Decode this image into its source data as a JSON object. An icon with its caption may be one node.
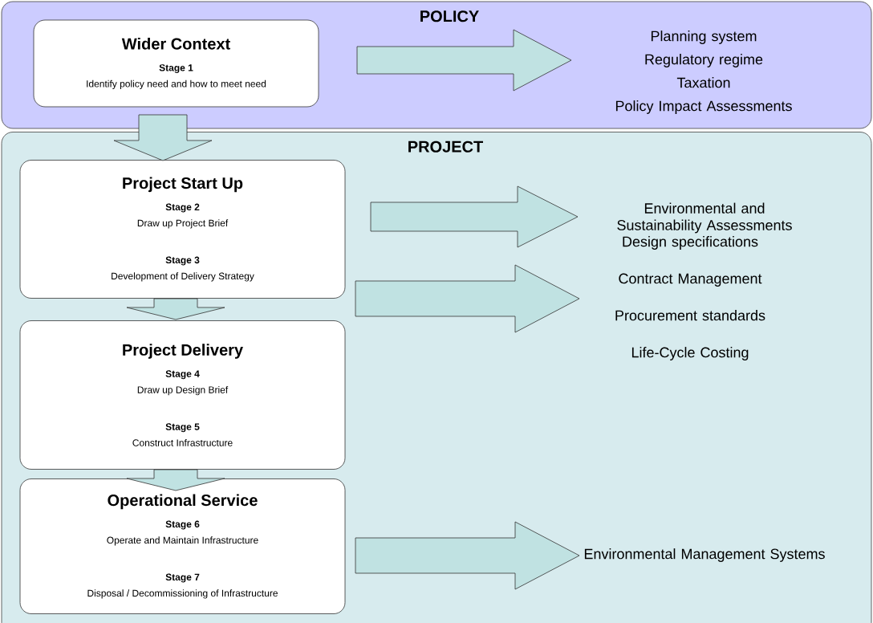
{
  "diagram": {
    "nodes": [
      {
        "text": [
          "POLICY"
        ]
      },
      {
        "text": [
          "Wider Context",
          "Stage 1",
          "Identify policy need and how to meet need"
        ],
        "in": 0
      },
      {
        "text": [
          "Planning system",
          "Regulatory regime",
          "Taxation",
          "Policy Impact Assessments"
        ],
        "in": 0
      },
      {
        "text": [
          "PROJECT"
        ]
      },
      {
        "text": [
          "Project Start Up",
          "Stage 2",
          "Draw up Project Brief",
          "Stage 3",
          "Development of Delivery Strategy"
        ],
        "in": 3
      },
      {
        "text": [
          "Environmental and Sustainability Assessments"
        ],
        "in": 3
      },
      {
        "text": [
          "Project Delivery",
          "Stage 4",
          "Draw up Design Brief",
          "Stage 5",
          "Construct Infrastructure"
        ],
        "in": 3
      },
      {
        "text": [
          "Design specifications",
          "Contract Management",
          "Procurement standards",
          "Life-Cycle Costing"
        ],
        "in": 3
      },
      {
        "text": [
          "Operational Service",
          "Stage 6",
          "Operate and Maintain Infrastructure",
          "Stage 7",
          "Disposal / Decommissioning of Infrastructure"
        ],
        "in": 3
      },
      {
        "text": [
          "Environmental Management Systems"
        ],
        "in": 3
      }
    ],
    "edges": [
      {
        "from": 1,
        "to": 2,
        "arrow": "to"
      },
      {
        "from": 1,
        "to": 4,
        "arrow": "to"
      },
      {
        "from": 4,
        "to": 5,
        "arrow": "to"
      },
      {
        "from": 4,
        "to": 6,
        "arrow": "to"
      },
      {
        "from": 6,
        "to": 7,
        "arrow": "to"
      },
      {
        "from": 6,
        "to": 8,
        "arrow": "to"
      },
      {
        "from": 8,
        "to": 9,
        "arrow": "to"
      }
    ]
  }
}
